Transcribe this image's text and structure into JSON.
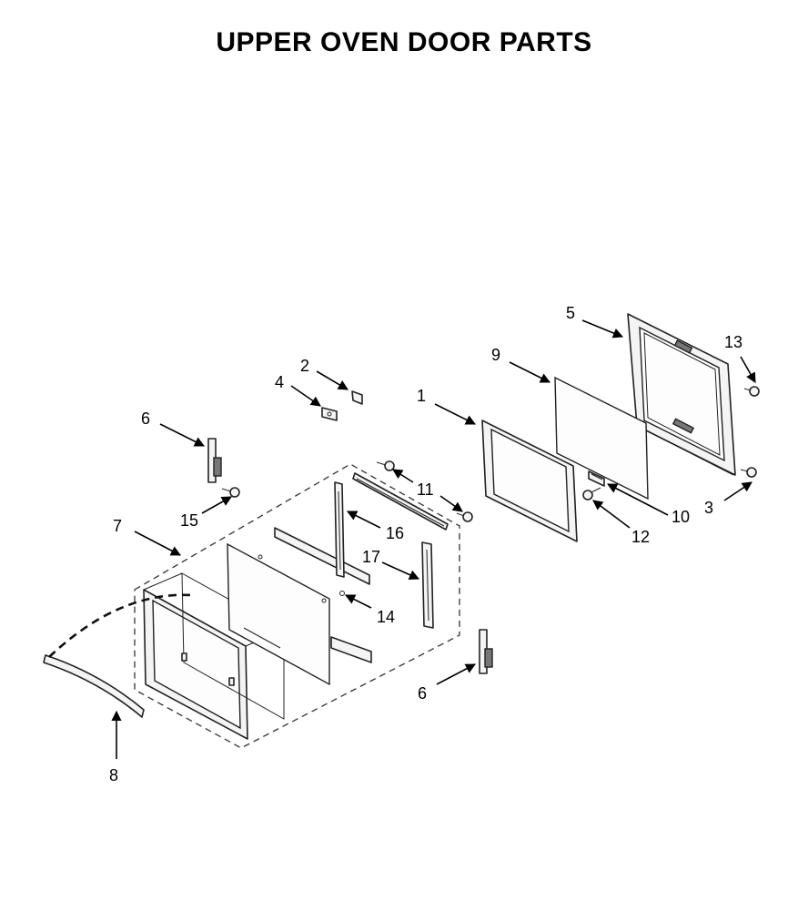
{
  "title": "UPPER OVEN DOOR PARTS",
  "callouts": [
    "1",
    "2",
    "3",
    "4",
    "5",
    "6",
    "6",
    "7",
    "8",
    "9",
    "10",
    "11",
    "12",
    "13",
    "14",
    "15",
    "16",
    "17"
  ]
}
